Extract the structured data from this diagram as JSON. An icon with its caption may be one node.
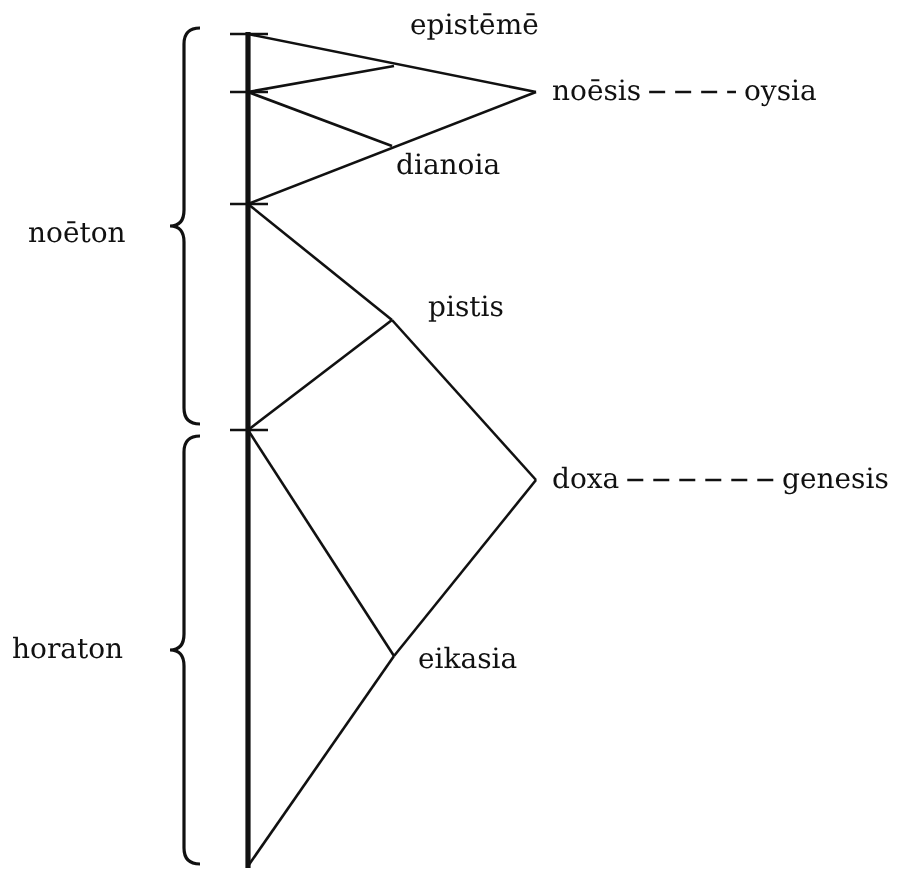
{
  "diagram": {
    "nodes": [
      {
        "text": [
          "epistēmē"
        ]
      },
      {
        "text": [
          "noēsis"
        ]
      },
      {
        "text": [
          "oysia"
        ]
      },
      {
        "text": [
          "dianoia"
        ]
      },
      {
        "text": [
          "pistis"
        ]
      },
      {
        "text": [
          "doxa"
        ]
      },
      {
        "text": [
          "genesis"
        ]
      },
      {
        "text": [
          "eikasia"
        ]
      }
    ],
    "edges": [
      {
        "from": 1,
        "to": 2,
        "arrow": "none",
        "style": "dashed"
      },
      {
        "from": 5,
        "to": 6,
        "arrow": "none",
        "style": "dashed"
      }
    ],
    "labels": [
      "noēton",
      "horaton"
    ]
  }
}
